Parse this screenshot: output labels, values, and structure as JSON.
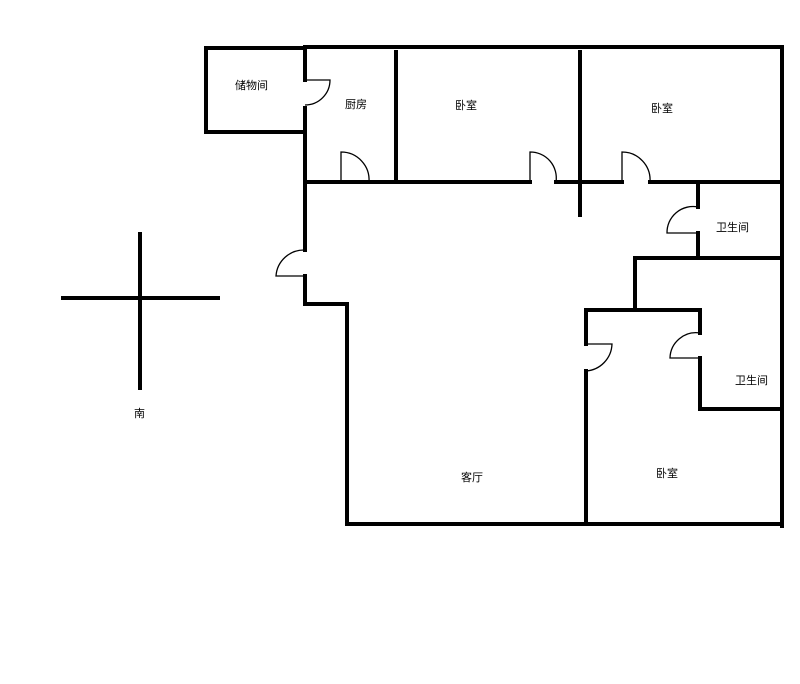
{
  "rooms": {
    "storage": "储物间",
    "kitchen": "厨房",
    "bedroom_1": "卧室",
    "bedroom_2": "卧室",
    "bathroom_1": "卫生间",
    "bathroom_2": "卫生间",
    "living_room": "客厅",
    "bedroom_3": "卧室"
  },
  "compass": {
    "direction_label": "南"
  },
  "colors": {
    "wall": "#000000",
    "background": "#ffffff"
  }
}
